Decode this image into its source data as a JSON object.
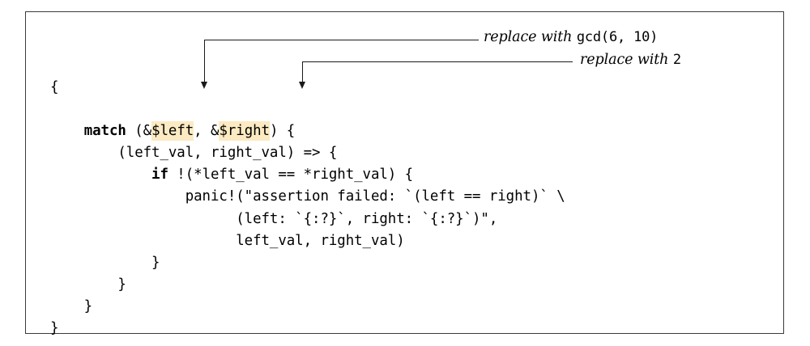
{
  "figure": {
    "kind": "annotated-code-listing",
    "language": "rust",
    "border_color": "#3a3a3a",
    "background": "#ffffff",
    "highlight_color": "#fbeac2",
    "ink_color": "#000000"
  },
  "annotations": [
    {
      "id": "callout-1",
      "phrase": "replace with",
      "code": "gcd(6, 10)",
      "points_at": "$left",
      "arrow": "elbow-down-left"
    },
    {
      "id": "callout-2",
      "phrase": "replace with",
      "code": "2",
      "points_at": "$right",
      "arrow": "elbow-down-left"
    }
  ],
  "code": {
    "lines": [
      {
        "id": "line-1",
        "segments": [
          {
            "text": "{"
          }
        ]
      },
      {
        "id": "line-2",
        "segments": [
          {
            "text": ""
          }
        ]
      },
      {
        "id": "line-3",
        "segments": [
          {
            "text": "    "
          },
          {
            "text": "match",
            "style": "keyword"
          },
          {
            "text": " (&"
          },
          {
            "text": "$left",
            "style": "highlight"
          },
          {
            "text": ", &"
          },
          {
            "text": "$right",
            "style": "highlight"
          },
          {
            "text": ") {"
          }
        ]
      },
      {
        "id": "line-4",
        "segments": [
          {
            "text": "        (left_val, right_val) => {"
          }
        ]
      },
      {
        "id": "line-5",
        "segments": [
          {
            "text": "            "
          },
          {
            "text": "if",
            "style": "keyword"
          },
          {
            "text": " !(*left_val == *right_val) {"
          }
        ]
      },
      {
        "id": "line-6",
        "segments": [
          {
            "text": "                panic!(\"assertion failed: `(left == right)` \\"
          }
        ]
      },
      {
        "id": "line-7",
        "segments": [
          {
            "text": "                      (left: `{:?}`, right: `{:?}`)\","
          }
        ]
      },
      {
        "id": "line-8",
        "segments": [
          {
            "text": "                      left_val, right_val)"
          }
        ]
      },
      {
        "id": "line-9",
        "segments": [
          {
            "text": "            }"
          }
        ]
      },
      {
        "id": "line-10",
        "segments": [
          {
            "text": "        }"
          }
        ]
      },
      {
        "id": "line-11",
        "segments": [
          {
            "text": "    }"
          }
        ]
      },
      {
        "id": "line-12",
        "segments": [
          {
            "text": "}"
          }
        ]
      }
    ]
  }
}
